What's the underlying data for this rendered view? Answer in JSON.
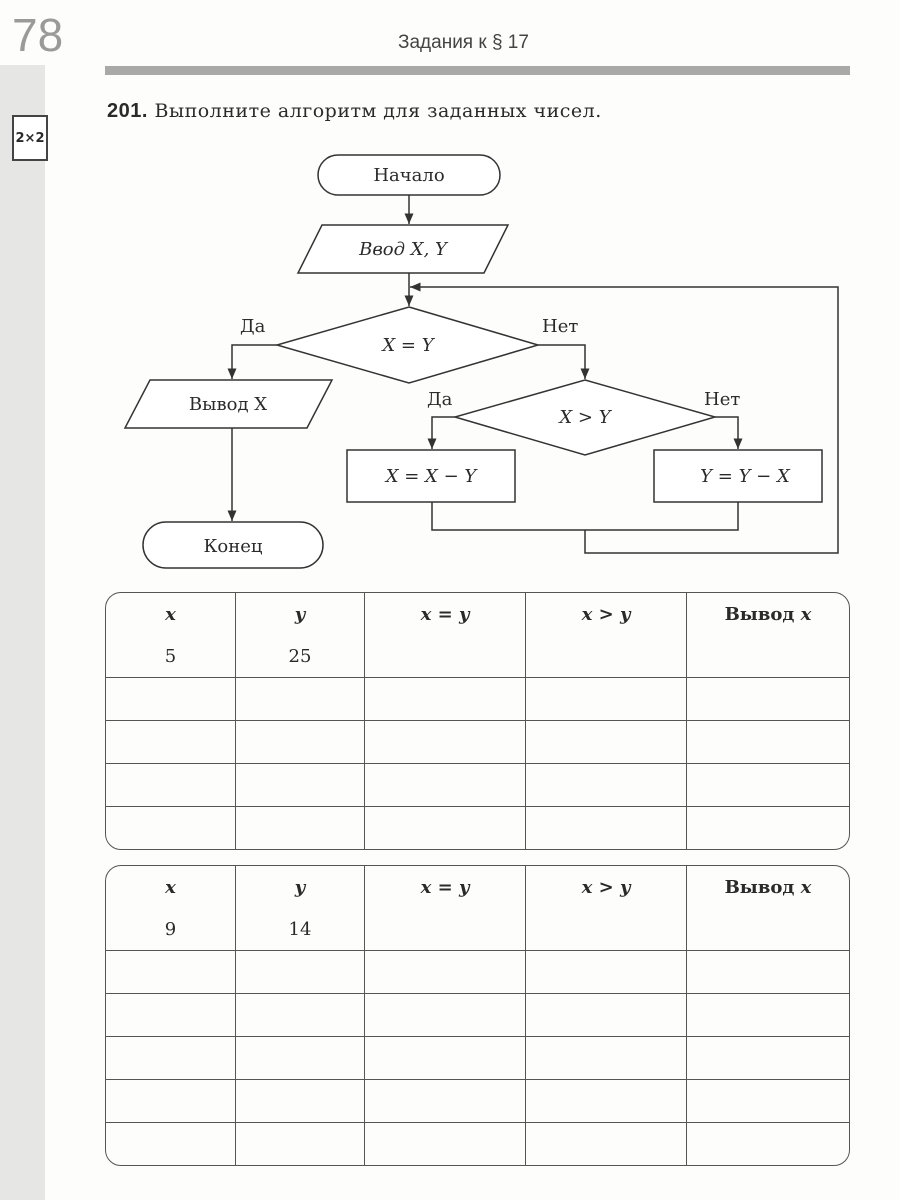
{
  "page_number": "78",
  "running_head": "Задания к § 17",
  "badge": "2×2",
  "task": {
    "number": "201.",
    "text": "Выполните алгоритм для заданных чисел."
  },
  "flowchart": {
    "start": "Начало",
    "input": "Ввод X, Y",
    "cond1": "X = Y",
    "cond2": "X > Y",
    "yes": "Да",
    "no": "Нет",
    "output": "Вывод X",
    "end": "Конец",
    "assign1": "X = X − Y",
    "assign2": "Y = Y − X"
  },
  "tables": [
    {
      "headers": [
        "x",
        "y",
        "x = y",
        "x > y",
        "Вывод",
        "x"
      ],
      "rows": [
        [
          "5",
          "25",
          "",
          "",
          ""
        ],
        [
          "",
          "",
          "",
          "",
          ""
        ],
        [
          "",
          "",
          "",
          "",
          ""
        ],
        [
          "",
          "",
          "",
          "",
          ""
        ],
        [
          "",
          "",
          "",
          "",
          ""
        ]
      ]
    },
    {
      "headers": [
        "x",
        "y",
        "x = y",
        "x > y",
        "Вывод",
        "x"
      ],
      "rows": [
        [
          "9",
          "14",
          "",
          "",
          ""
        ],
        [
          "",
          "",
          "",
          "",
          ""
        ],
        [
          "",
          "",
          "",
          "",
          ""
        ],
        [
          "",
          "",
          "",
          "",
          ""
        ],
        [
          "",
          "",
          "",
          "",
          ""
        ],
        [
          "",
          "",
          "",
          "",
          ""
        ]
      ]
    }
  ]
}
